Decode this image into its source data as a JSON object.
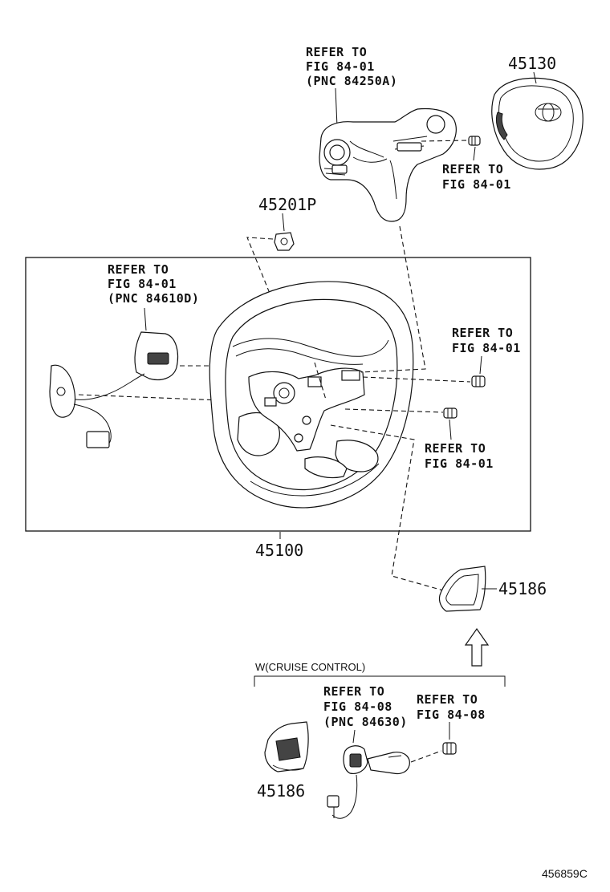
{
  "callouts": {
    "top_switch": [
      "REFER TO",
      "FIG 84-01",
      "(PNC 84250A)"
    ],
    "pad_screw": [
      "REFER TO",
      "FIG 84-01"
    ],
    "left_switch": [
      "REFER TO",
      "FIG 84-01",
      "(PNC 84610D)"
    ],
    "right_screw_upper": [
      "REFER TO",
      "FIG 84-01"
    ],
    "right_screw_lower": [
      "REFER TO",
      "FIG 84-01"
    ],
    "cruise_switch": [
      "REFER TO",
      "FIG 84-08",
      "(PNC 84630)"
    ],
    "cruise_screw": [
      "REFER TO",
      "FIG 84-08"
    ]
  },
  "parts": {
    "airbag": "45130",
    "nut": "45201P",
    "wheel": "45100",
    "cover_upper": "45186",
    "cover_lower": "45186"
  },
  "option_label": "W(CRUISE CONTROL)",
  "diagram_code": "456859C"
}
